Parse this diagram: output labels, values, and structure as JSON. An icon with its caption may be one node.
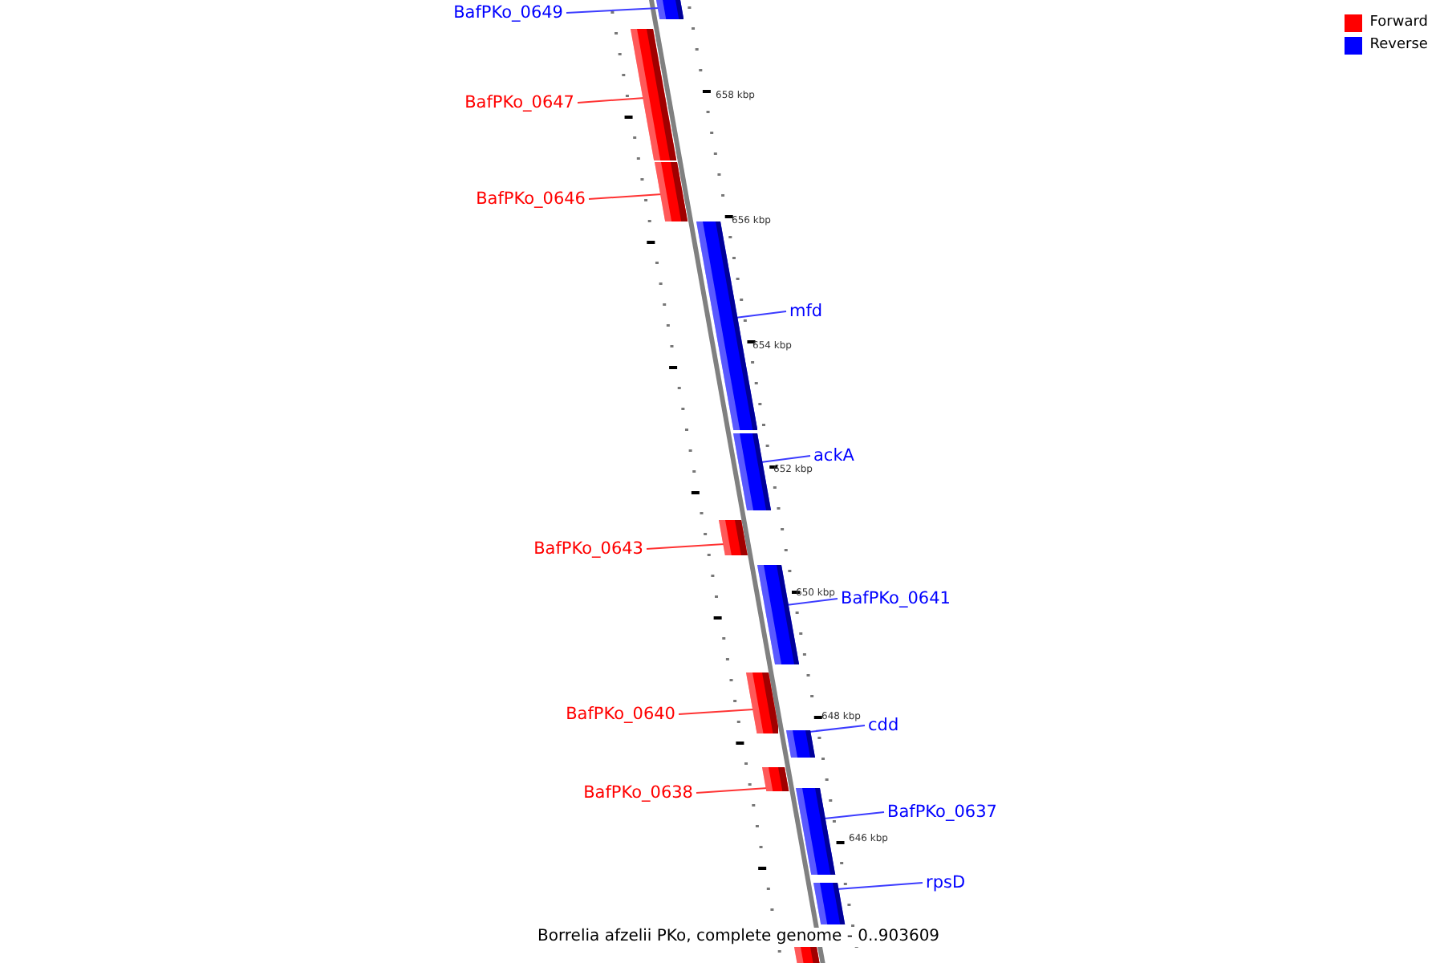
{
  "diagram": {
    "caption": "Borrelia afzelii PKo, complete genome - 0..903609",
    "nodes": [
      {
        "text": [
          "BafPKo_0649"
        ]
      },
      {
        "text": [],
        "shape": "bar"
      },
      {
        "text": [
          "BafPKo_0647"
        ]
      },
      {
        "text": [],
        "shape": "bar"
      },
      {
        "text": [
          "BafPKo_0646"
        ]
      },
      {
        "text": [],
        "shape": "bar"
      },
      {
        "text": [
          "mfd"
        ]
      },
      {
        "text": [],
        "shape": "bar"
      },
      {
        "text": [
          "ackA"
        ]
      },
      {
        "text": [],
        "shape": "bar"
      },
      {
        "text": [
          "BafPKo_0643"
        ]
      },
      {
        "text": [],
        "shape": "bar"
      },
      {
        "text": [
          "BafPKo_0641"
        ]
      },
      {
        "text": [],
        "shape": "bar"
      },
      {
        "text": [
          "BafPKo_0640"
        ]
      },
      {
        "text": [],
        "shape": "bar"
      },
      {
        "text": [
          "cdd"
        ]
      },
      {
        "text": [],
        "shape": "bar"
      },
      {
        "text": [
          "BafPKo_0638"
        ]
      },
      {
        "text": [],
        "shape": "bar"
      },
      {
        "text": [
          "BafPKo_0637"
        ]
      },
      {
        "text": [],
        "shape": "bar"
      },
      {
        "text": [
          "rpsD"
        ]
      },
      {
        "text": [],
        "shape": "bar"
      },
      {
        "text": [],
        "shape": "bar"
      }
    ],
    "edges": [
      {
        "from": 0,
        "to": 1,
        "arrow": "none"
      },
      {
        "from": 2,
        "to": 3,
        "arrow": "none",
        "color": "#ff3333"
      },
      {
        "from": 4,
        "to": 5,
        "arrow": "none",
        "color": "#ff3333"
      },
      {
        "from": 6,
        "to": 7,
        "arrow": "none"
      },
      {
        "from": 8,
        "to": 9,
        "arrow": "none"
      },
      {
        "from": 10,
        "to": 11,
        "arrow": "none",
        "color": "#ff3333"
      },
      {
        "from": 12,
        "to": 13,
        "arrow": "none"
      },
      {
        "from": 14,
        "to": 15,
        "arrow": "none",
        "color": "#ff3333"
      },
      {
        "from": 16,
        "to": 17,
        "arrow": "none"
      },
      {
        "from": 18,
        "to": 19,
        "arrow": "none",
        "color": "#ff3333"
      },
      {
        "from": 20,
        "to": 21,
        "arrow": "none"
      },
      {
        "from": 22,
        "to": 23,
        "arrow": "none"
      }
    ],
    "labels": [
      "658 kbp",
      "656 kbp",
      "654 kbp",
      "652 kbp",
      "650 kbp",
      "648 kbp",
      "646 kbp"
    ],
    "legend": [
      {
        "text": "Forward",
        "color": "#ff0000"
      },
      {
        "text": "Reverse",
        "color": "#0000ff"
      }
    ]
  }
}
